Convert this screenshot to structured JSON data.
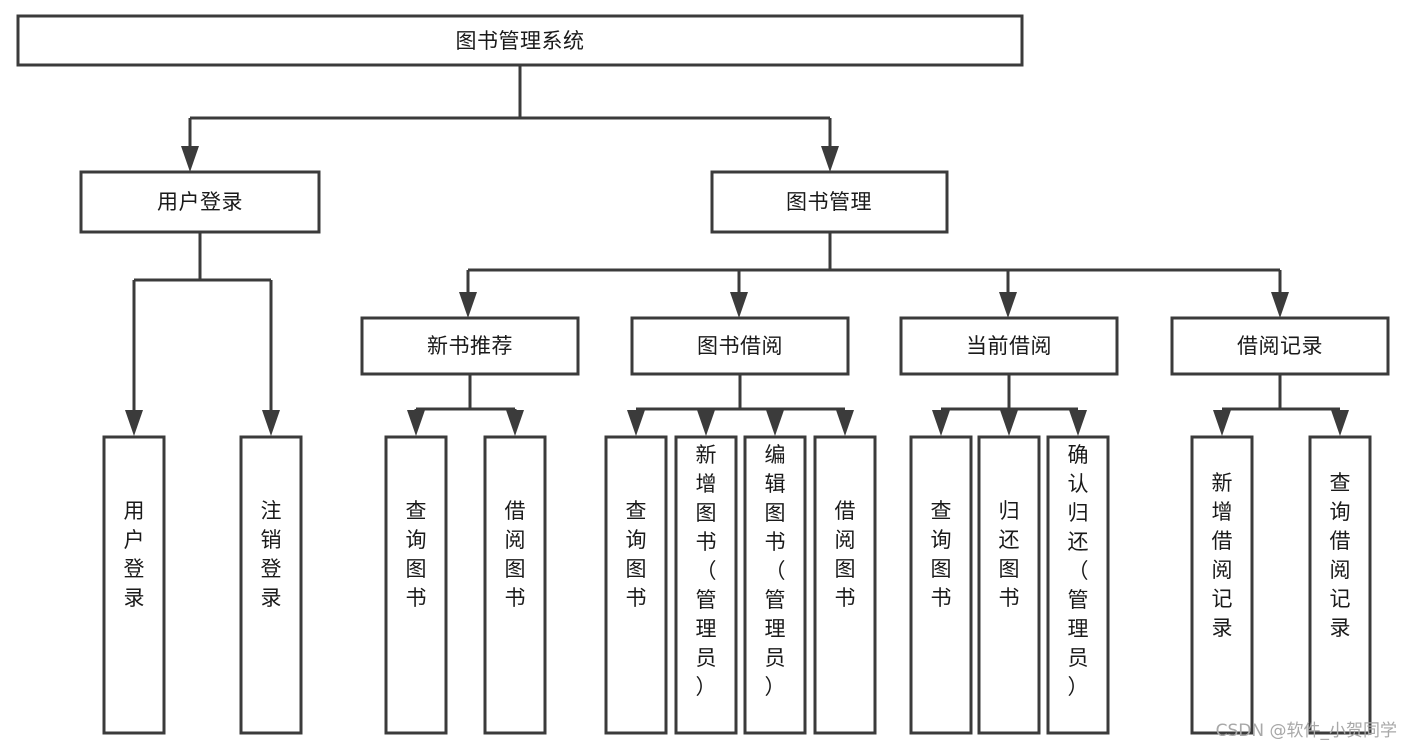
{
  "diagram": {
    "title": "图书管理系统",
    "type": "tree",
    "orientation": "top-down",
    "watermark": "CSDN @软件_小贺同学",
    "colors": {
      "background": "#ffffff",
      "stroke": "#3b3b3b",
      "text": "#1a1a1a",
      "watermark": "#a8a8a8"
    },
    "root": {
      "label": "图书管理系统",
      "children": [
        {
          "label": "用户登录",
          "children": [
            {
              "label": "用户登录"
            },
            {
              "label": "注销登录"
            }
          ]
        },
        {
          "label": "图书管理",
          "children": [
            {
              "label": "新书推荐",
              "children": [
                {
                  "label": "查询图书"
                },
                {
                  "label": "借阅图书"
                }
              ]
            },
            {
              "label": "图书借阅",
              "children": [
                {
                  "label": "查询图书"
                },
                {
                  "label": "新增图书（管理员）"
                },
                {
                  "label": "编辑图书（管理员）"
                },
                {
                  "label": "借阅图书"
                }
              ]
            },
            {
              "label": "当前借阅",
              "children": [
                {
                  "label": "查询图书"
                },
                {
                  "label": "归还图书"
                },
                {
                  "label": "确认归还（管理员）"
                }
              ]
            },
            {
              "label": "借阅记录",
              "children": [
                {
                  "label": "新增借阅记录"
                },
                {
                  "label": "查询借阅记录"
                }
              ]
            }
          ]
        }
      ]
    },
    "nodes": {
      "root": {
        "label": "图书管理系统"
      },
      "l1_user_login": {
        "label": "用户登录"
      },
      "l1_book_mgmt": {
        "label": "图书管理"
      },
      "l2_new_book_rec": {
        "label": "新书推荐"
      },
      "l2_book_borrow": {
        "label": "图书借阅"
      },
      "l2_current_borrow": {
        "label": "当前借阅"
      },
      "l2_borrow_record": {
        "label": "借阅记录"
      },
      "leaf_user_login": {
        "label": "用户登录"
      },
      "leaf_logout": {
        "label": "注销登录"
      },
      "leaf_rec_query": {
        "label": "查询图书"
      },
      "leaf_rec_borrow": {
        "label": "借阅图书"
      },
      "leaf_borrow_query": {
        "label": "查询图书"
      },
      "leaf_borrow_add": {
        "label": "新增图书（管理员）"
      },
      "leaf_borrow_edit": {
        "label": "编辑图书（管理员）"
      },
      "leaf_borrow_do": {
        "label": "借阅图书"
      },
      "leaf_cur_query": {
        "label": "查询图书"
      },
      "leaf_cur_return": {
        "label": "归还图书"
      },
      "leaf_cur_confirm": {
        "label": "确认归还（管理员）"
      },
      "leaf_rec_add": {
        "label": "新增借阅记录"
      },
      "leaf_rec_query2": {
        "label": "查询借阅记录"
      }
    }
  }
}
